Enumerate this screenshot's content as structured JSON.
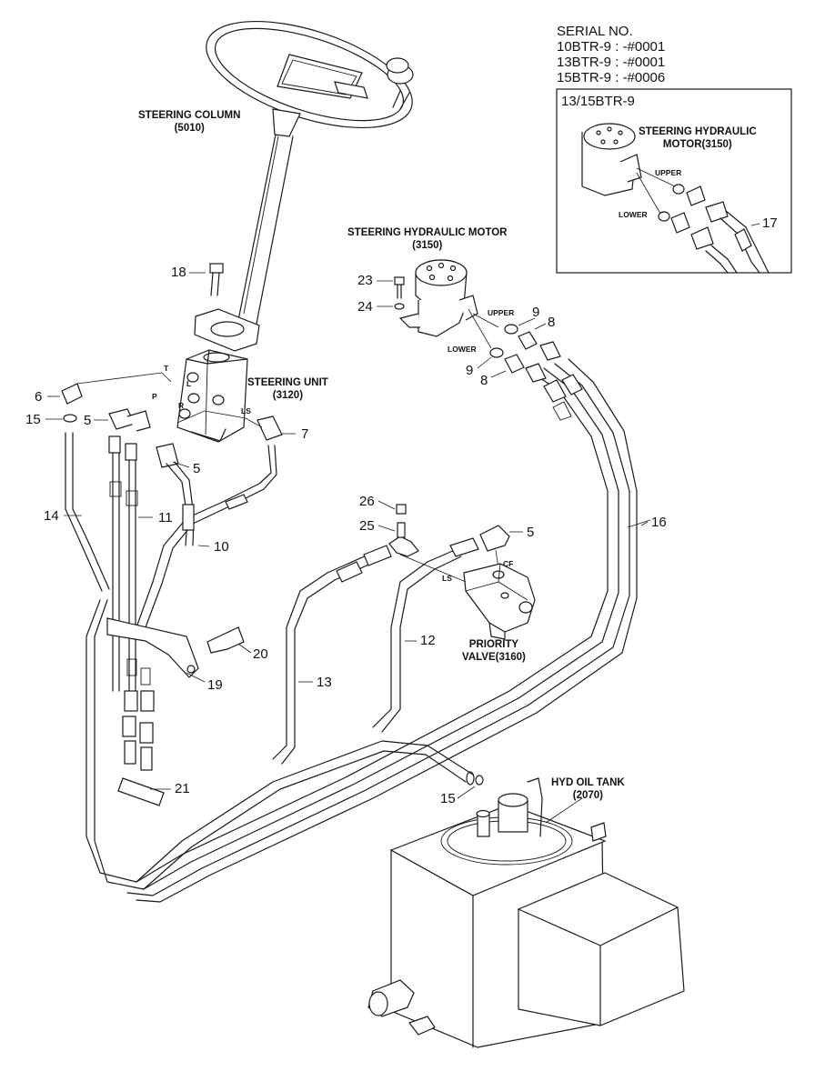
{
  "serial": {
    "title": "SERIAL NO.",
    "lines": [
      "10BTR-9 : -#0001",
      "13BTR-9 : -#0001",
      "15BTR-9 : -#0006"
    ]
  },
  "inset": {
    "title": "13/15BTR-9",
    "motor_label": "STEERING HYDRAULIC\nMOTOR(3150)",
    "upper": "UPPER",
    "lower": "LOWER",
    "part_17": "17"
  },
  "components": {
    "steering_column": "STEERING COLUMN\n(5010)",
    "steering_unit": "STEERING UNIT\n(3120)",
    "steering_motor": "STEERING HYDRAULIC MOTOR\n(3150)",
    "priority_valve": "PRIORITY\nVALVE(3160)",
    "hyd_oil_tank": "HYD OIL TANK\n(2070)"
  },
  "port_labels": {
    "upper": "UPPER",
    "lower": "LOWER",
    "ls_unit": "LS",
    "ls_valve": "LS",
    "cf": "CF",
    "t": "T",
    "l": "L",
    "p": "P",
    "r": "R"
  },
  "parts": {
    "p18": "18",
    "p23": "23",
    "p24": "24",
    "p9a": "9",
    "p8a": "8",
    "p9b": "9",
    "p8b": "8",
    "p6": "6",
    "p15a": "15",
    "p5a": "5",
    "p7": "7",
    "p5b": "5",
    "p14": "14",
    "p11": "11",
    "p10": "10",
    "p16": "16",
    "p26": "26",
    "p25": "25",
    "p5c": "5",
    "p20": "20",
    "p19": "19",
    "p12": "12",
    "p13": "13",
    "p21": "21",
    "p15b": "15"
  }
}
